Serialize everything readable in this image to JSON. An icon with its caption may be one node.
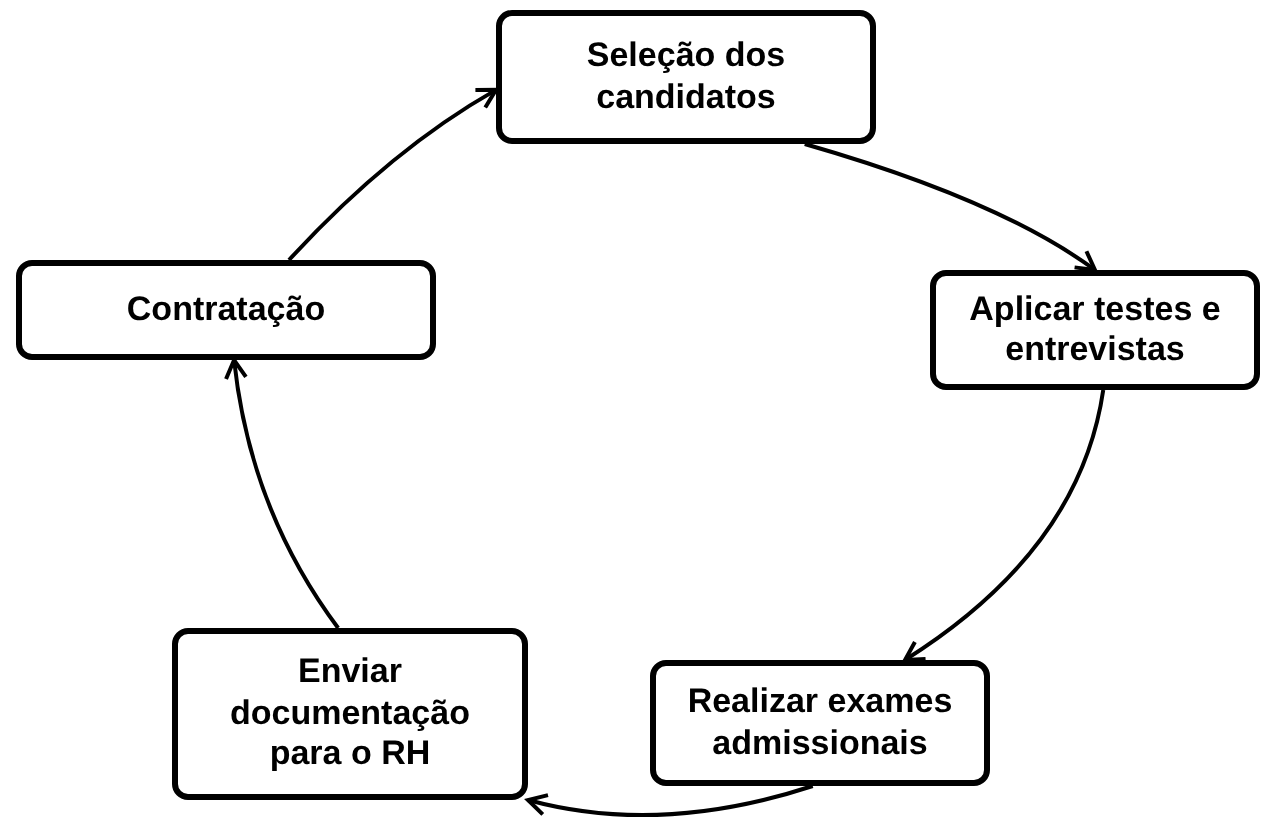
{
  "diagram": {
    "nodes": [
      {
        "text": [
          "Seleção dos candidatos"
        ]
      },
      {
        "text": [
          "Aplicar testes e entrevistas"
        ]
      },
      {
        "text": [
          "Realizar exames admissionais"
        ]
      },
      {
        "text": [
          "Enviar documentação para o RH"
        ]
      },
      {
        "text": [
          "Contratação"
        ]
      }
    ],
    "edges": [
      {
        "from": 0,
        "to": 1,
        "arrow": "to"
      },
      {
        "from": 1,
        "to": 2,
        "arrow": "to"
      },
      {
        "from": 2,
        "to": 3,
        "arrow": "to"
      },
      {
        "from": 3,
        "to": 4,
        "arrow": "to"
      },
      {
        "from": 4,
        "to": 0,
        "arrow": "to"
      }
    ]
  }
}
